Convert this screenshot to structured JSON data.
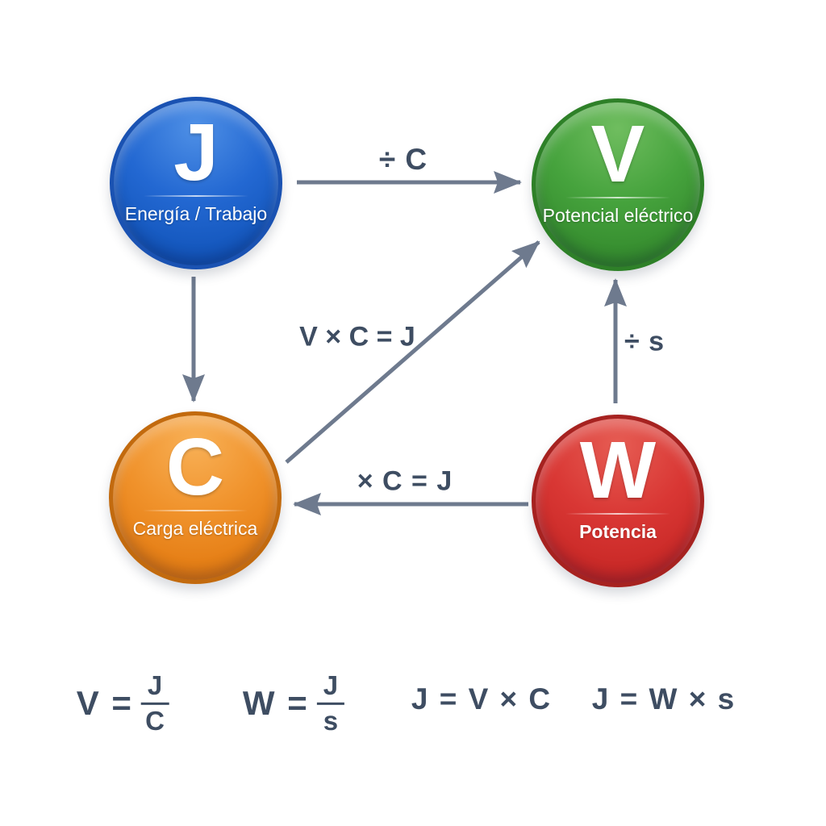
{
  "diagram": {
    "background_color": "#ffffff",
    "arrow_color": "#6e7a8e",
    "text_color": "#3e4d62"
  },
  "nodes": [
    {
      "id": "J",
      "symbol": "J",
      "label": "Energía / Trabajo",
      "color_main": "#1f63cc",
      "color_rim": "#1a52b2"
    },
    {
      "id": "V",
      "symbol": "V",
      "label": "Potencial eléctrico",
      "color_main": "#44a13b",
      "color_rim": "#2e8028"
    },
    {
      "id": "C",
      "symbol": "C",
      "label": "Carga eléctrica",
      "color_main": "#ef8e27",
      "color_rim": "#c26a0e"
    },
    {
      "id": "W",
      "symbol": "W",
      "label": "Potencia",
      "color_main": "#d53331",
      "color_rim": "#a62220"
    }
  ],
  "arrows": [
    {
      "from": "J",
      "to": "V",
      "label": "÷ C"
    },
    {
      "from": "J",
      "to": "C",
      "label": ""
    },
    {
      "from": "C",
      "to": "V",
      "label": "V × C = J"
    },
    {
      "from": "W",
      "to": "V",
      "label": "÷ s"
    },
    {
      "from": "W",
      "to": "C",
      "label": "× C = J"
    }
  ],
  "formulas": [
    {
      "lhs": "V =",
      "num": "J",
      "den": "C"
    },
    {
      "lhs": "W =",
      "num": "J",
      "den": "s"
    },
    {
      "text": "J = V × C"
    },
    {
      "text": "J = W × s"
    }
  ]
}
